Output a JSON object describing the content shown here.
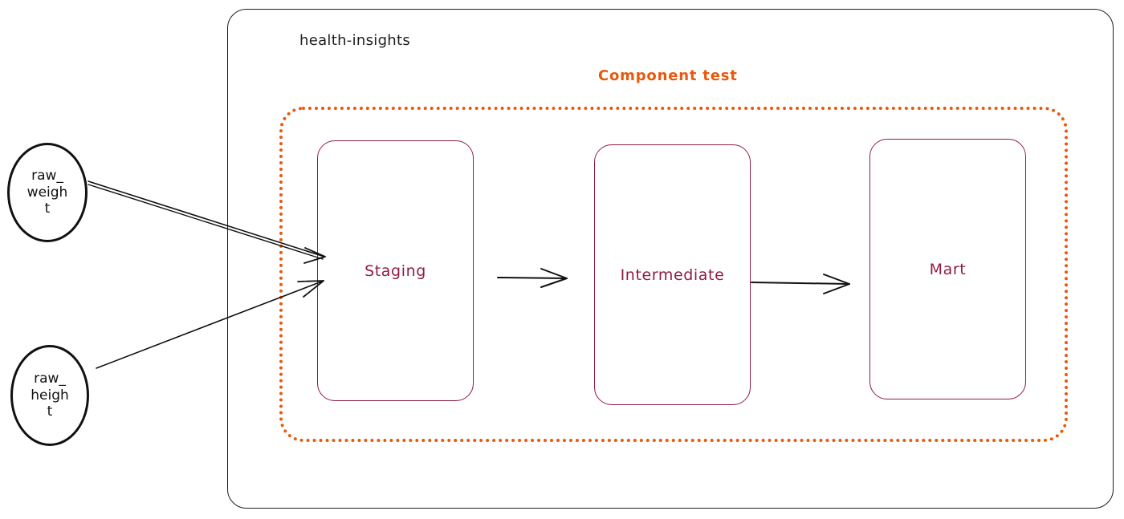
{
  "colors": {
    "ink": "#1e1e1e",
    "test_boundary": "#e8590c",
    "stage_border": "#8f1d45",
    "background": "#ffffff"
  },
  "boundary": {
    "label": "health-insights"
  },
  "component_test": {
    "label": "Component test"
  },
  "stages": [
    {
      "label": "Staging"
    },
    {
      "label": "Intermediate"
    },
    {
      "label": "Mart"
    }
  ],
  "sources": [
    {
      "lines": [
        "raw_",
        "weigh",
        "t"
      ]
    },
    {
      "lines": [
        "raw_",
        "heigh",
        "t"
      ]
    }
  ],
  "edges": [
    {
      "from": "raw_weight",
      "to": "Staging"
    },
    {
      "from": "raw_height",
      "to": "Staging"
    },
    {
      "from": "Staging",
      "to": "Intermediate"
    },
    {
      "from": "Intermediate",
      "to": "Mart"
    }
  ]
}
